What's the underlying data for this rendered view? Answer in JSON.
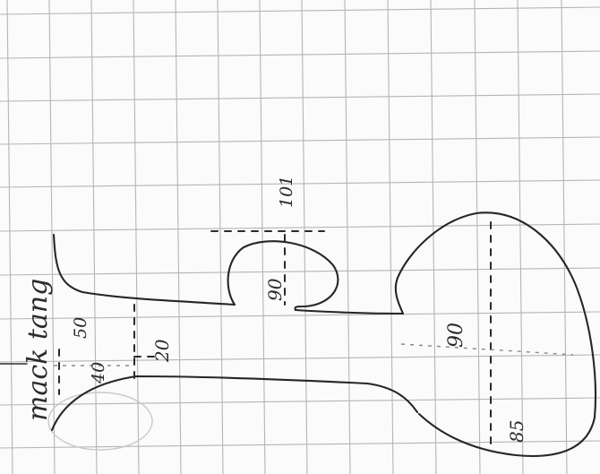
{
  "sheet": {
    "grid_color": "#b5b5b5",
    "ink_color": "#262626",
    "paper_color": "#fbfbfb"
  },
  "annotations": {
    "title": "mack tang",
    "stem_length_top": "50",
    "stem_length_bottom": "40",
    "neck_width": "20",
    "bulb_width": "90",
    "bulb_top": "101",
    "body_width": "90",
    "body_bottom": "85"
  }
}
